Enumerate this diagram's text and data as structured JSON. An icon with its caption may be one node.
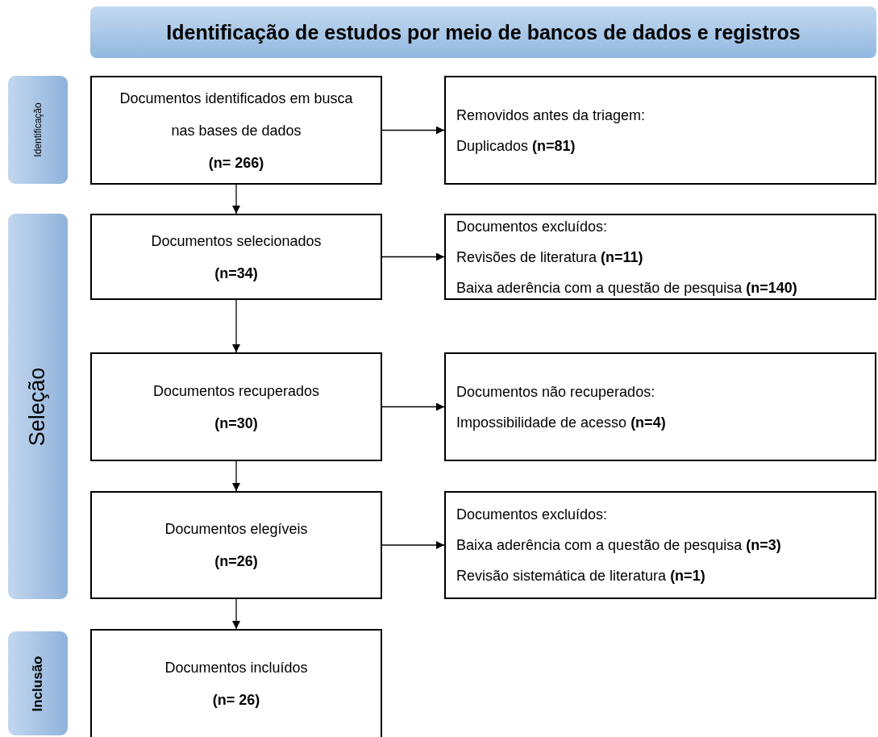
{
  "diagram": {
    "nodes": [
      {
        "text": [
          "Identificação de estudos por meio de bancos de dados e registros"
        ]
      },
      {
        "text": [
          "Identificação"
        ]
      },
      {
        "text": [
          "Documentos identificados em busca nas bases de dados",
          "(n= 266)"
        ]
      },
      {
        "text": [
          "Removidos antes da triagem:",
          "Duplicados **(n=81)**"
        ]
      },
      {
        "text": [
          "Seleção"
        ]
      },
      {
        "text": [
          "Documentos selecionados",
          "(n=34)"
        ]
      },
      {
        "text": [
          "Documentos excluídos:",
          "Revisões de literatura **(n=11)**",
          "Baixa aderência com a questão de pesquisa **(n=140)**"
        ]
      },
      {
        "text": [
          "Documentos recuperados",
          "(n=30)"
        ]
      },
      {
        "text": [
          "Documentos não recuperados:",
          "Impossibilidade de acesso **(n=4)**"
        ]
      },
      {
        "text": [
          "Documentos elegíveis",
          "(n=26)"
        ]
      },
      {
        "text": [
          "Documentos excluídos:",
          "Baixa aderência com a questão de pesquisa **(n=3)**",
          "Revisão sistemática de literatura **(n=1)**"
        ]
      },
      {
        "text": [
          "Inclusão"
        ]
      },
      {
        "text": [
          "Documentos incluídos",
          "(n= 26)"
        ]
      }
    ],
    "edges": [
      {
        "from": 2,
        "to": 3,
        "arrow": "to"
      },
      {
        "from": 2,
        "to": 5,
        "arrow": "to"
      },
      {
        "from": 5,
        "to": 6,
        "arrow": "to"
      },
      {
        "from": 5,
        "to": 7,
        "arrow": "to"
      },
      {
        "from": 7,
        "to": 8,
        "arrow": "to"
      },
      {
        "from": 7,
        "to": 9,
        "arrow": "to"
      },
      {
        "from": 9,
        "to": 10,
        "arrow": "to"
      },
      {
        "from": 9,
        "to": 12,
        "arrow": "to"
      }
    ]
  }
}
